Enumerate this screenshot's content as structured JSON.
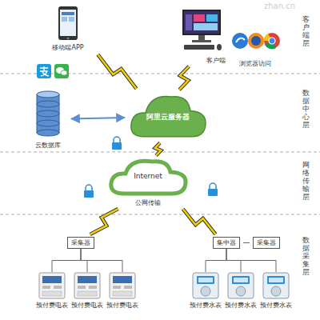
{
  "diagram": {
    "nodes": [
      {
        "text": [
          "移动端APP"
        ]
      },
      {
        "text": [
          "客户端"
        ]
      },
      {
        "text": [
          "浏览器访问"
        ]
      },
      {
        "text": [
          "云数据库"
        ]
      },
      {
        "text": [
          "阿里云服务器"
        ]
      },
      {
        "text": [
          "Internet",
          "公网传输"
        ]
      },
      {
        "text": [
          "采集器"
        ]
      },
      {
        "text": [
          "集中器"
        ]
      },
      {
        "text": [
          "采集器"
        ]
      },
      {
        "text": [
          "预付费电表"
        ]
      },
      {
        "text": [
          "预付费电表"
        ]
      },
      {
        "text": [
          "预付费电表"
        ]
      },
      {
        "text": [
          "预付费水表"
        ]
      },
      {
        "text": [
          "预付费水表"
        ]
      },
      {
        "text": [
          "预付费水表"
        ]
      }
    ],
    "edges": [
      {
        "from": 0,
        "to": 4,
        "arrow": "none"
      },
      {
        "from": 1,
        "to": 4,
        "arrow": "none"
      },
      {
        "from": 3,
        "to": 4,
        "arrow": "both"
      },
      {
        "from": 4,
        "to": 5,
        "arrow": "none"
      },
      {
        "from": 5,
        "to": 6,
        "arrow": "none"
      },
      {
        "from": 5,
        "to": 7,
        "arrow": "none"
      },
      {
        "from": 6,
        "to": 9,
        "arrow": "none"
      },
      {
        "from": 6,
        "to": 10,
        "arrow": "none"
      },
      {
        "from": 6,
        "to": 11,
        "arrow": "none"
      },
      {
        "from": 7,
        "to": 8,
        "arrow": "none"
      },
      {
        "from": 7,
        "to": 12,
        "arrow": "none"
      },
      {
        "from": 7,
        "to": 13,
        "arrow": "none"
      },
      {
        "from": 7,
        "to": 14,
        "arrow": "none"
      }
    ],
    "labels": [
      "zhan.cn",
      "客户端层",
      "数据中心层",
      "网络传输层",
      "数据采集层"
    ]
  }
}
